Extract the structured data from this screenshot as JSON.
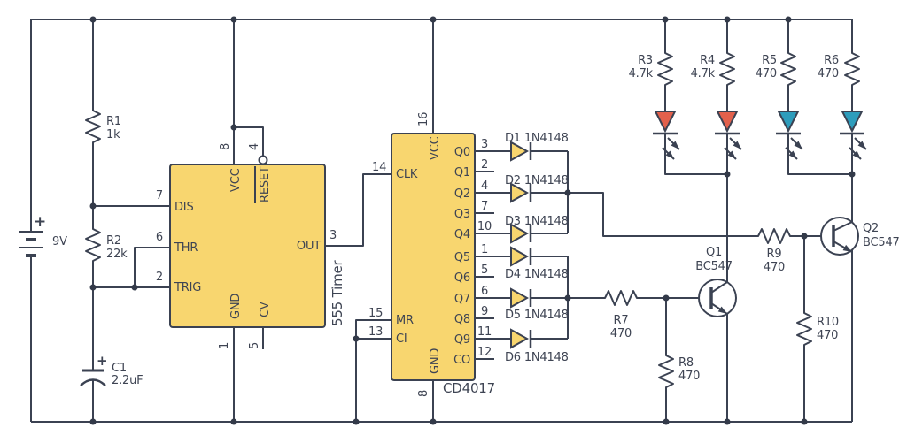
{
  "colors": {
    "background": "#ffffff",
    "wire": "#3b4252",
    "chip_fill": "#f8d66f",
    "diode_fill": "#f8d66f",
    "led_red": "#e2614c",
    "led_blue": "#2e9dbc"
  },
  "battery": {
    "plus": "+",
    "value": "9V"
  },
  "capacitor": {
    "plus": "+",
    "name": "C1",
    "value": "2.2uF"
  },
  "resistors": {
    "r1": {
      "name": "R1",
      "value": "1k"
    },
    "r2": {
      "name": "R2",
      "value": "22k"
    },
    "r3": {
      "name": "R3",
      "value": "4.7k"
    },
    "r4": {
      "name": "R4",
      "value": "4.7k"
    },
    "r5": {
      "name": "R5",
      "value": "470"
    },
    "r6": {
      "name": "R6",
      "value": "470"
    },
    "r7": {
      "name": "R7",
      "value": "470"
    },
    "r8": {
      "name": "R8",
      "value": "470"
    },
    "r9": {
      "name": "R9",
      "value": "470"
    },
    "r10": {
      "name": "R10",
      "value": "470"
    }
  },
  "transistors": {
    "q1": {
      "name": "Q1",
      "value": "BC547"
    },
    "q2": {
      "name": "Q2",
      "value": "BC547"
    }
  },
  "diodes": [
    "D1 1N4148",
    "D2 1N4148",
    "D3 1N4148",
    "D4 1N4148",
    "D5 1N4148",
    "D6 1N4148"
  ],
  "timer555": {
    "label": "555 Timer",
    "pins": {
      "vcc": {
        "num": "8",
        "label": "VCC"
      },
      "reset": {
        "num": "4",
        "label": "RESET"
      },
      "dis": {
        "num": "7",
        "label": "DIS"
      },
      "thr": {
        "num": "6",
        "label": "THR"
      },
      "trig": {
        "num": "2",
        "label": "TRIG"
      },
      "out": {
        "num": "3",
        "label": "OUT"
      },
      "gnd": {
        "num": "1",
        "label": "GND"
      },
      "cv": {
        "num": "5",
        "label": "CV"
      }
    }
  },
  "cd4017": {
    "label": "CD4017",
    "pins": {
      "vcc": {
        "num": "16",
        "label": "VCC"
      },
      "clk": {
        "num": "14",
        "label": "CLK"
      },
      "mr": {
        "num": "15",
        "label": "MR"
      },
      "ci": {
        "num": "13",
        "label": "CI"
      },
      "gnd": {
        "num": "8",
        "label": "GND"
      }
    },
    "outputs": [
      {
        "num": "3",
        "label": "Q0"
      },
      {
        "num": "2",
        "label": "Q1"
      },
      {
        "num": "4",
        "label": "Q2"
      },
      {
        "num": "7",
        "label": "Q3"
      },
      {
        "num": "10",
        "label": "Q4"
      },
      {
        "num": "1",
        "label": "Q5"
      },
      {
        "num": "5",
        "label": "Q6"
      },
      {
        "num": "6",
        "label": "Q7"
      },
      {
        "num": "9",
        "label": "Q8"
      },
      {
        "num": "11",
        "label": "Q9"
      },
      {
        "num": "12",
        "label": "CO"
      }
    ]
  }
}
